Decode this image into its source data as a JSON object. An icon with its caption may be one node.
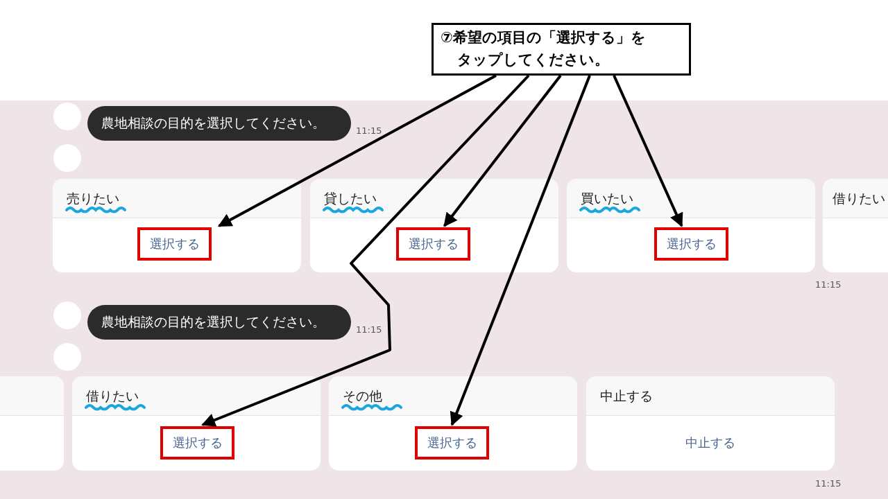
{
  "diagram": {
    "nodes": [
      {
        "text": [
          "⑦希望の項目の「選択する」をタップしてください。"
        ]
      },
      {
        "text": [
          "農地相談の目的を選択してください。"
        ],
        "beside": [
          "11:15"
        ]
      },
      {
        "text": [
          "売りたい"
        ]
      },
      {
        "text": [
          "選択する"
        ],
        "in": 2
      },
      {
        "text": [
          "貸したい"
        ]
      },
      {
        "text": [
          "選択する"
        ],
        "in": 4
      },
      {
        "text": [
          "買いたい"
        ]
      },
      {
        "text": [
          "選択する"
        ],
        "in": 6
      },
      {
        "text": [
          "借りたい"
        ]
      },
      {
        "text": [
          "農地相談の目的を選択してください。"
        ],
        "beside": [
          "11:15"
        ]
      },
      {
        "text": [],
        "shape": "box"
      },
      {
        "text": [
          "借りたい"
        ]
      },
      {
        "text": [
          "選択する"
        ],
        "in": 11
      },
      {
        "text": [
          "その他"
        ]
      },
      {
        "text": [
          "選択する"
        ],
        "in": 13
      },
      {
        "text": [
          "中止する"
        ]
      },
      {
        "text": [
          "中止する"
        ],
        "in": 15
      }
    ],
    "edges": [
      {
        "from": 0,
        "to": 3,
        "arrow": "to"
      },
      {
        "from": 0,
        "to": 12,
        "arrow": "to"
      },
      {
        "from": 0,
        "to": 5,
        "arrow": "to"
      },
      {
        "from": 0,
        "to": 14,
        "arrow": "to"
      },
      {
        "from": 0,
        "to": 7,
        "arrow": "to"
      }
    ],
    "labels": [
      "11:15",
      "11:15"
    ]
  }
}
